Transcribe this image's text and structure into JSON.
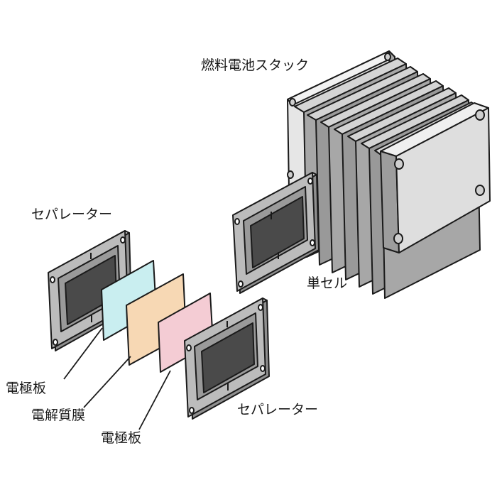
{
  "labels": {
    "stack": "燃料電池スタック",
    "separator_top": "セパレーター",
    "single_cell": "単セル",
    "electrode_1": "電極板",
    "electrolyte": "電解質膜",
    "electrode_2": "電極板",
    "separator_bottom": "セパレーター"
  },
  "colors": {
    "outline": "#1a1a1a",
    "frame": "#b9b9b9",
    "frame_dark": "#8f8f8f",
    "window": "#4a4a4a",
    "electrode_1": "#c9eef0",
    "electrolyte": "#f7d8b4",
    "electrode_2": "#f4ccd4",
    "stack_front": "#dcdcdc",
    "stack_side": "#a8a8a8"
  }
}
